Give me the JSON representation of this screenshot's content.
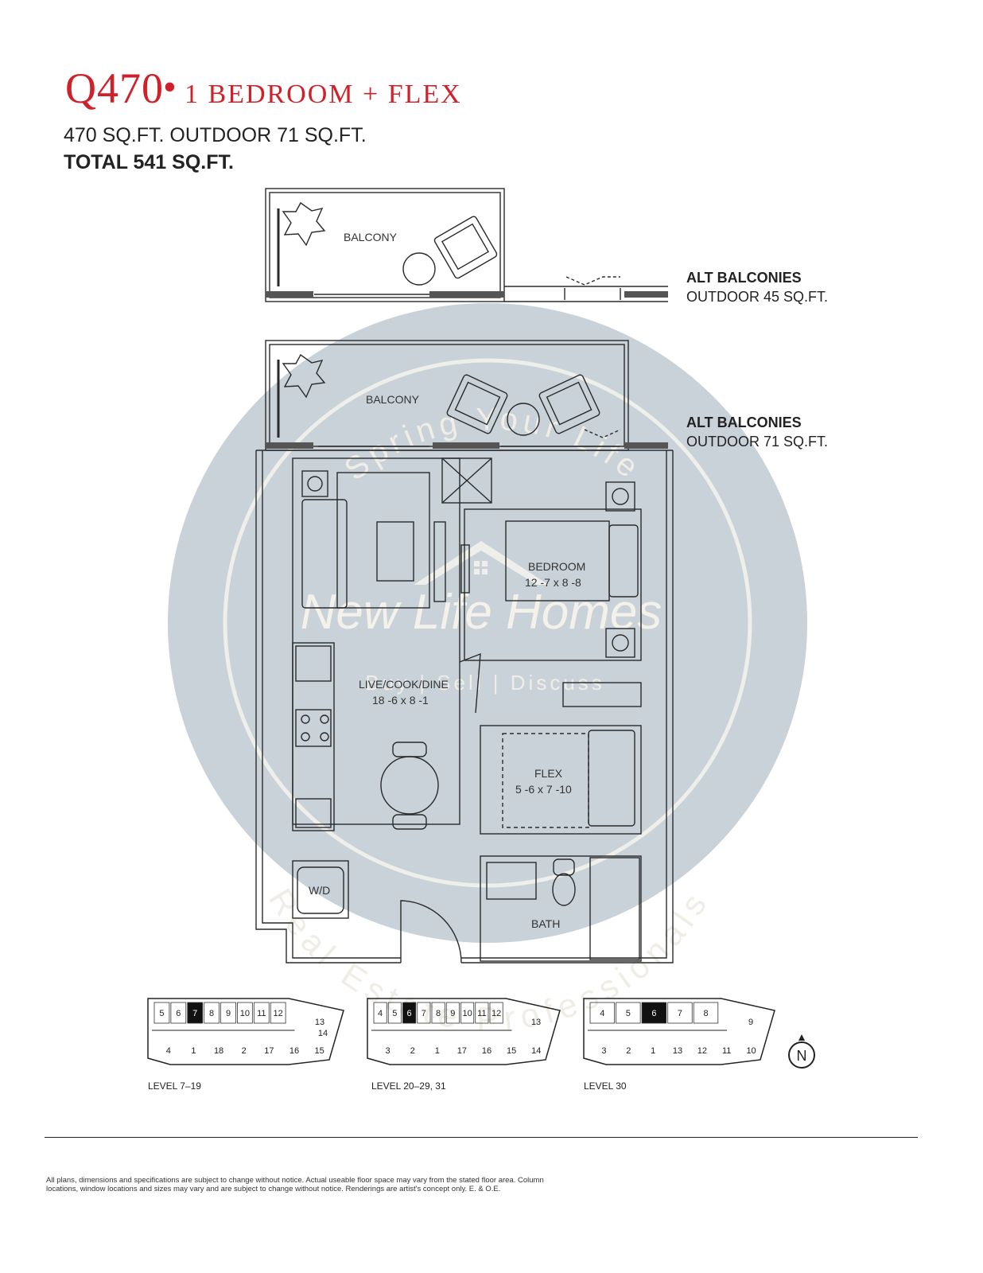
{
  "header": {
    "unit_code": "Q470",
    "bullet": "•",
    "unit_type": "1 BEDROOM + FLEX",
    "areas": "470 SQ.FT. OUTDOOR 71 SQ.FT.",
    "total": "TOTAL 541 SQ.FT."
  },
  "alt_balconies": [
    {
      "heading": "ALT BALCONIES",
      "detail": "OUTDOOR 45 SQ.FT."
    },
    {
      "heading": "ALT BALCONIES",
      "detail": "OUTDOOR 71 SQ.FT."
    }
  ],
  "rooms": {
    "balcony_top": "BALCONY",
    "balcony_main": "BALCONY",
    "bedroom_name": "BEDROOM",
    "bedroom_dims": "12 -7  x 8 -8",
    "live_name": "LIVE/COOK/DINE",
    "live_dims": "18 -6  x 8 -1",
    "flex_name": "FLEX",
    "flex_dims": "5 -6  x 7 -10",
    "wd": "W/D",
    "bath": "BATH"
  },
  "watermark": {
    "arc_top": "Spring Your Life",
    "brand": "New Life Homes",
    "tagline": "Buy | Sell | Discuss",
    "arc_bottom": "Real Estate Professionals"
  },
  "key_plans": [
    {
      "label": "LEVEL 7–19",
      "units_top": [
        "5",
        "6",
        "7",
        "8",
        "9",
        "10",
        "11",
        "12"
      ],
      "units_right": [
        "13",
        "14"
      ],
      "units_bottom": [
        "4",
        "1",
        "18",
        "2",
        "17",
        "16",
        "15"
      ],
      "highlight": "7"
    },
    {
      "label": "LEVEL 20–29, 31",
      "units_top": [
        "4",
        "5",
        "6",
        "7",
        "8",
        "9",
        "10",
        "11",
        "12"
      ],
      "units_right": [
        "13"
      ],
      "units_bottom": [
        "3",
        "2",
        "1",
        "17",
        "16",
        "15",
        "14"
      ],
      "highlight": "6"
    },
    {
      "label": "LEVEL 30",
      "units_top": [
        "4",
        "5",
        "6",
        "7",
        "8"
      ],
      "units_right": [
        "9"
      ],
      "units_bottom": [
        "3",
        "2",
        "1",
        "13",
        "12",
        "11",
        "10"
      ],
      "highlight": "6"
    }
  ],
  "north": "N",
  "disclaimer": {
    "line1": "All plans, dimensions and specifications are subject to change without notice. Actual useable floor space may vary from the stated floor area. Column",
    "line2": "locations, window locations and sizes may vary and are subject to change without notice. Renderings are artist's concept only. E. & O.E."
  },
  "colors": {
    "accent": "#d0202a",
    "watermark": "#c9d2d9",
    "line": "#2a2a2a"
  }
}
